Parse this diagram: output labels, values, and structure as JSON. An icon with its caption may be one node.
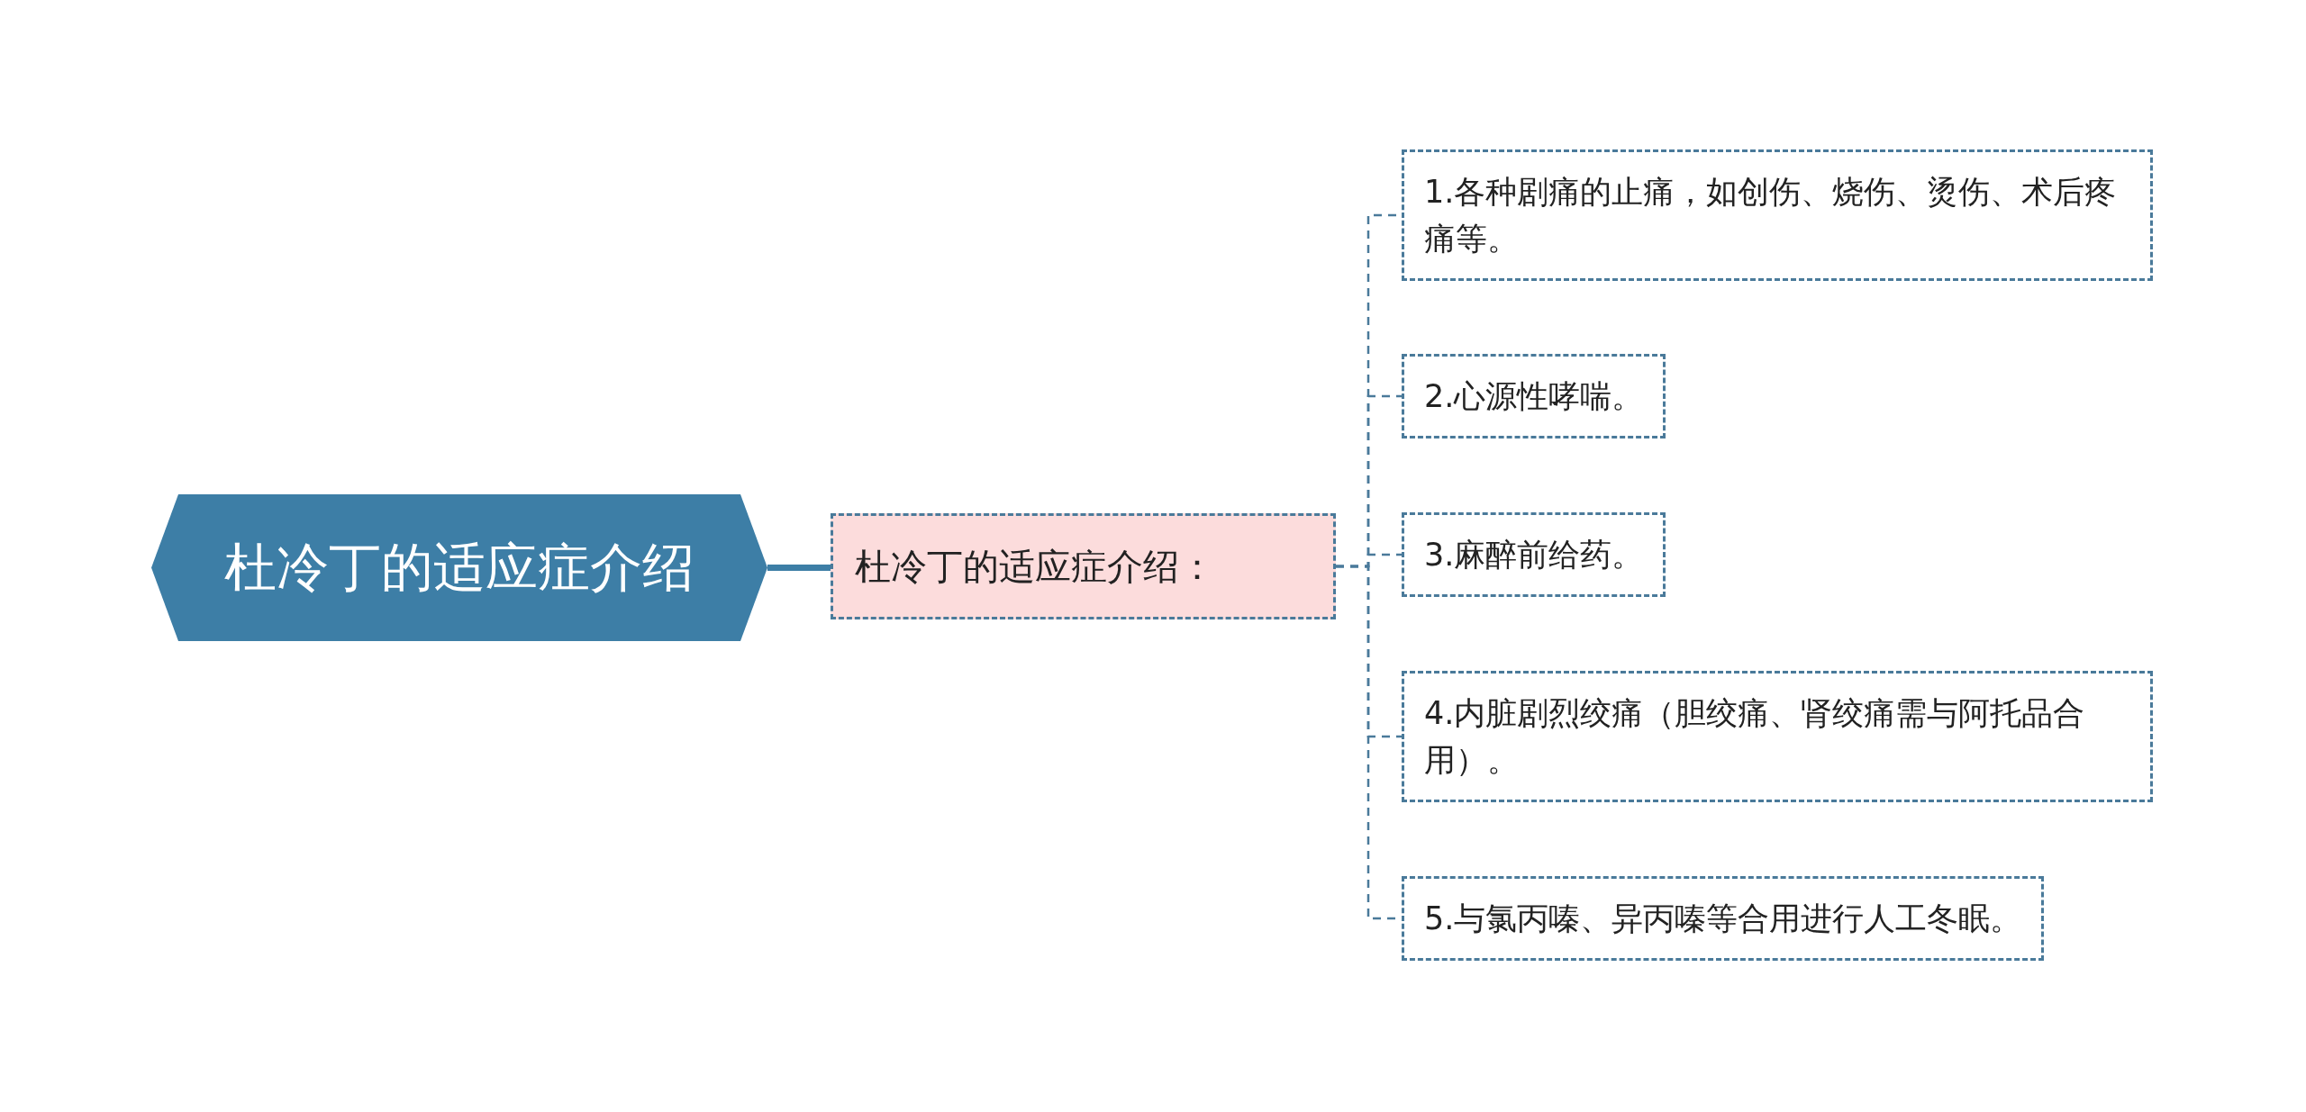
{
  "diagram": {
    "nodes": [
      {
        "text": [
          "杜冷丁的适应症介绍"
        ]
      },
      {
        "text": [
          "杜冷丁的适应症介绍："
        ]
      },
      {
        "text": [
          "1.各种剧痛的止痛，如创伤、烧伤、烫伤、术后疼痛等。"
        ]
      },
      {
        "text": [
          "2.心源性哮喘。"
        ]
      },
      {
        "text": [
          "3.麻醉前给药。"
        ]
      },
      {
        "text": [
          "4.内脏剧烈绞痛（胆绞痛、肾绞痛需与阿托品合用）。"
        ]
      },
      {
        "text": [
          "5.与氯丙嗪、异丙嗪等合用进行人工冬眠。"
        ]
      }
    ],
    "edges": [
      {
        "from": 0,
        "to": 1,
        "arrow": "none",
        "style": "thick"
      },
      {
        "from": 1,
        "to": 2,
        "arrow": "none",
        "style": "dashed"
      },
      {
        "from": 1,
        "to": 3,
        "arrow": "none",
        "style": "dashed"
      },
      {
        "from": 1,
        "to": 4,
        "arrow": "none",
        "style": "dashed"
      },
      {
        "from": 1,
        "to": 5,
        "arrow": "none",
        "style": "dashed"
      },
      {
        "from": 1,
        "to": 6,
        "arrow": "none",
        "style": "dashed"
      }
    ]
  }
}
